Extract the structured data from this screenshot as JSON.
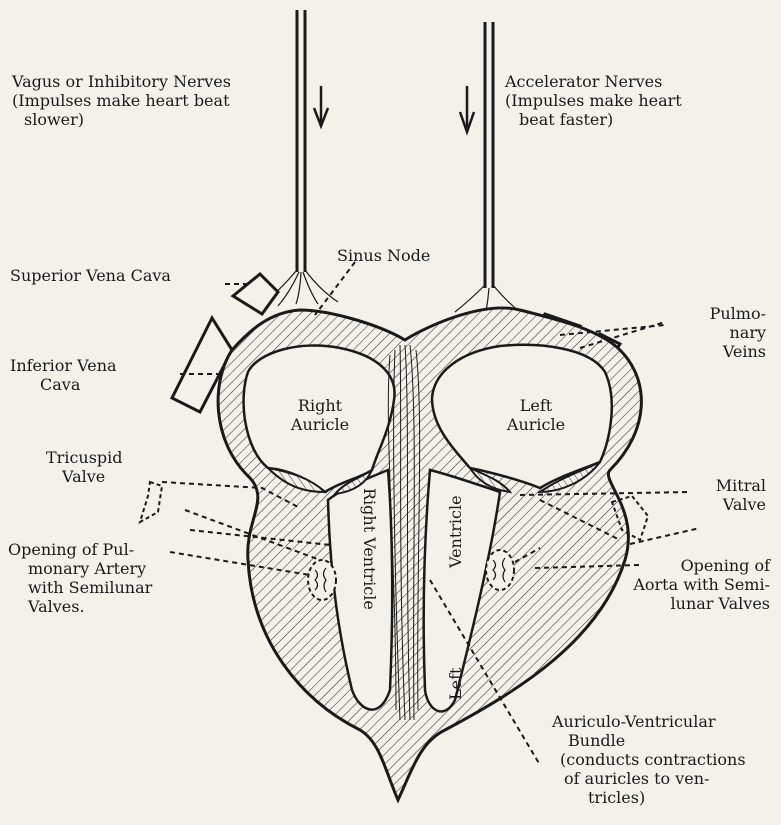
{
  "labels": {
    "vagus": [
      "Vagus or Inhibitory Nerves",
      "(Impulses make heart beat",
      "slower)"
    ],
    "accelerator": [
      "Accelerator Nerves",
      "(Impulses make heart",
      "beat faster)"
    ],
    "sinus_node": "Sinus Node",
    "superior_vena_cava": "Superior Vena Cava",
    "pulmonary_veins": [
      "Pulmo-",
      "nary",
      "Veins"
    ],
    "inferior_vena_cava": [
      "Inferior Vena",
      "Cava"
    ],
    "right_auricle": [
      "Right",
      "Auricle"
    ],
    "left_auricle": [
      "Left",
      "Auricle"
    ],
    "tricuspid_valve": [
      "Tricuspid",
      "Valve"
    ],
    "mitral_valve": [
      "Mitral",
      "Valve"
    ],
    "right_ventricle": "Right Ventricle",
    "left_ventricle_top": "Ventricle",
    "left_ventricle_bottom": "Left",
    "pulmonary_artery": [
      "Opening of Pul-",
      "monary Artery",
      "with Semilunar",
      "Valves."
    ],
    "aorta": [
      "Opening of",
      "Aorta with Semi-",
      "lunar Valves"
    ],
    "av_bundle": [
      "Auriculo-Ventricular",
      "Bundle",
      "(conducts contractions",
      "of auricles to ven-",
      "tricles)"
    ]
  }
}
